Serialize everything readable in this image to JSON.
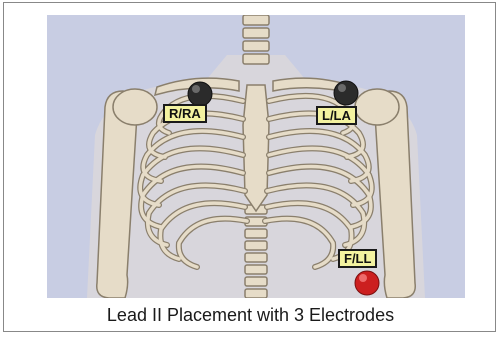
{
  "figure": {
    "caption": "Lead II Placement with 3 Electrodes",
    "electrodes": [
      {
        "id": "ra",
        "label": "R/RA",
        "color": "#2b2b2b"
      },
      {
        "id": "la",
        "label": "L/LA",
        "color": "#2b2b2b"
      },
      {
        "id": "ll",
        "label": "F/LL",
        "color": "#cc1f1f"
      }
    ],
    "colors": {
      "background": "#c8cde3",
      "bone": "#e6dcc8",
      "bone_outline": "#8a7f6c",
      "label_fill": "#f3f2a0"
    }
  }
}
